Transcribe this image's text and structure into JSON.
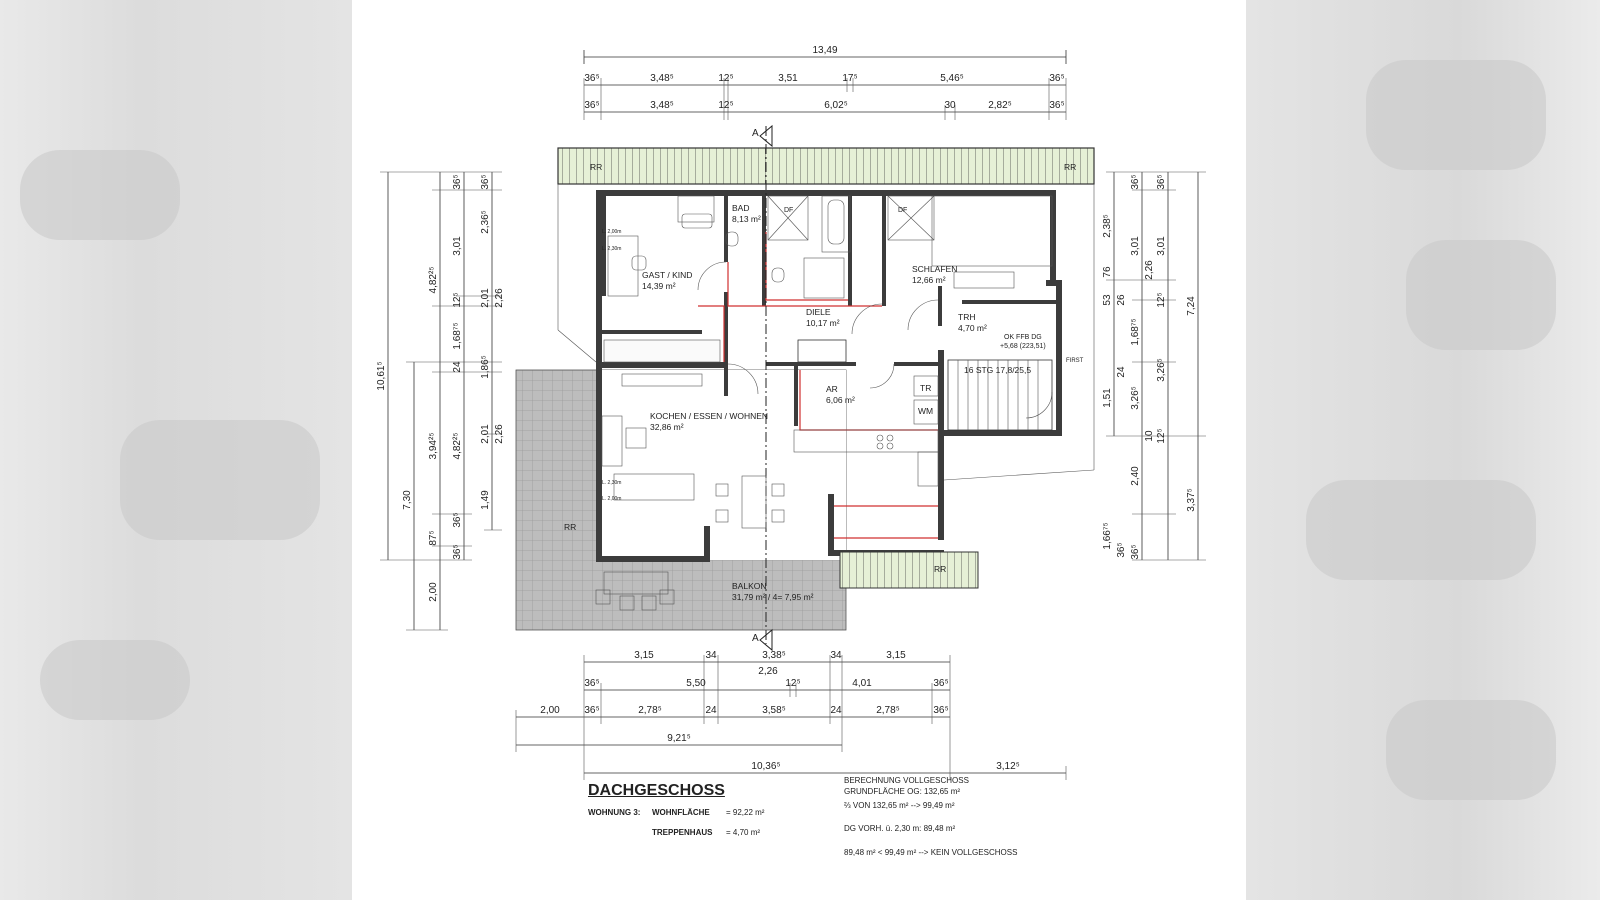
{
  "plan": {
    "title": "DACHGESCHOSS",
    "top_dims": {
      "overall": "13,49",
      "row1": [
        "36⁵",
        "3,48⁵",
        "12⁵",
        "3,51",
        "17⁵",
        "5,46⁵",
        "36⁵"
      ],
      "row2": [
        "36⁵",
        "3,48⁵",
        "12⁵",
        "6,02⁵",
        "30",
        "2,82⁵",
        "36⁵"
      ]
    },
    "bottom_dims": {
      "row1": [
        "3,15",
        "34",
        "3,38⁵",
        "34",
        "3,15"
      ],
      "row1_sub": "2,26",
      "row2": [
        "36⁵",
        "5,50",
        "12⁵",
        "4,01",
        "36⁵"
      ],
      "row3": [
        "2,00",
        "36⁵",
        "2,78⁵",
        "24",
        "3,58⁵",
        "24",
        "2,78⁵",
        "36⁵"
      ],
      "row4": "9,21⁵",
      "row5": [
        "10,36⁵",
        "3,12⁵"
      ]
    },
    "left_dims": {
      "outer": [
        "10,61⁵",
        "7,30"
      ],
      "col2": [
        "4,82²⁵",
        "1,68⁷⁵",
        "3,94²⁵",
        "87⁵",
        "2,00"
      ],
      "col3": [
        "36⁵",
        "3,01",
        "12⁵",
        "24",
        "4,82²⁵",
        "36⁵",
        "36⁵"
      ],
      "col4": [
        "36⁵",
        "2,36⁵",
        "2,01",
        "2,26",
        "1,86⁵",
        "2,01",
        "2,26",
        "1,49"
      ]
    },
    "right_dims": {
      "col1": [
        "2,38⁵",
        "76",
        "53",
        "1,51",
        "26",
        "24",
        "1,66⁷⁵",
        "36⁵"
      ],
      "col2": [
        "36⁵",
        "3,01",
        "2,26",
        "1,68⁷⁵",
        "3,26⁵",
        "2,40",
        "10",
        "36⁵"
      ],
      "col3": [
        "36⁵",
        "3,01",
        "12⁵",
        "3,26⁵",
        "12⁵",
        "3,37⁵"
      ],
      "col4": [
        "7,24"
      ]
    },
    "rooms": [
      {
        "name": "BAD",
        "area": "8,13 m²"
      },
      {
        "name": "GAST / KIND",
        "area": "14,39 m²"
      },
      {
        "name": "SCHLAFEN",
        "area": "12,66 m²"
      },
      {
        "name": "DIELE",
        "area": "10,17 m²"
      },
      {
        "name": "TRH",
        "area": "4,70 m²"
      },
      {
        "name": "AR",
        "area": "6,06 m²"
      },
      {
        "name": "KOCHEN / ESSEN / WOHNEN",
        "area": "32,86 m²"
      },
      {
        "name": "BALKON",
        "area": "31,79 m² / 4= 7,95 m²"
      }
    ],
    "labels": {
      "section_a": "A",
      "rr": "RR",
      "df": "DF",
      "tr": "TR",
      "wm": "WM",
      "ok_ffb": "OK FFB DG",
      "ok_ffb_val": "+5,68 (223,51)",
      "first": "FIRST",
      "stairs": "16 STG 17,8/25,5",
      "lh200": "L. 2,00m",
      "lh230": "L. 2,30m"
    }
  },
  "legend": {
    "title": "DACHGESCHOSS",
    "wohnung_label": "WOHNUNG 3:",
    "wohnflaeche_label": "WOHNFLÄCHE",
    "wohnflaeche_value": "= 92,22 m²",
    "treppenhaus_label": "TREPPENHAUS",
    "treppenhaus_value": "= 4,70 m²",
    "calc": [
      "BERECHNUNG VOLLGESCHOSS",
      "GRUNDFLÄCHE OG: 132,65 m²",
      "⅔ VON 132,65 m² --> 99,49 m²",
      "DG VORH. ü. 2,30 m: 89,48 m²",
      "89,48 m² < 99,49 m² --> KEIN VOLLGESCHOSS"
    ]
  }
}
